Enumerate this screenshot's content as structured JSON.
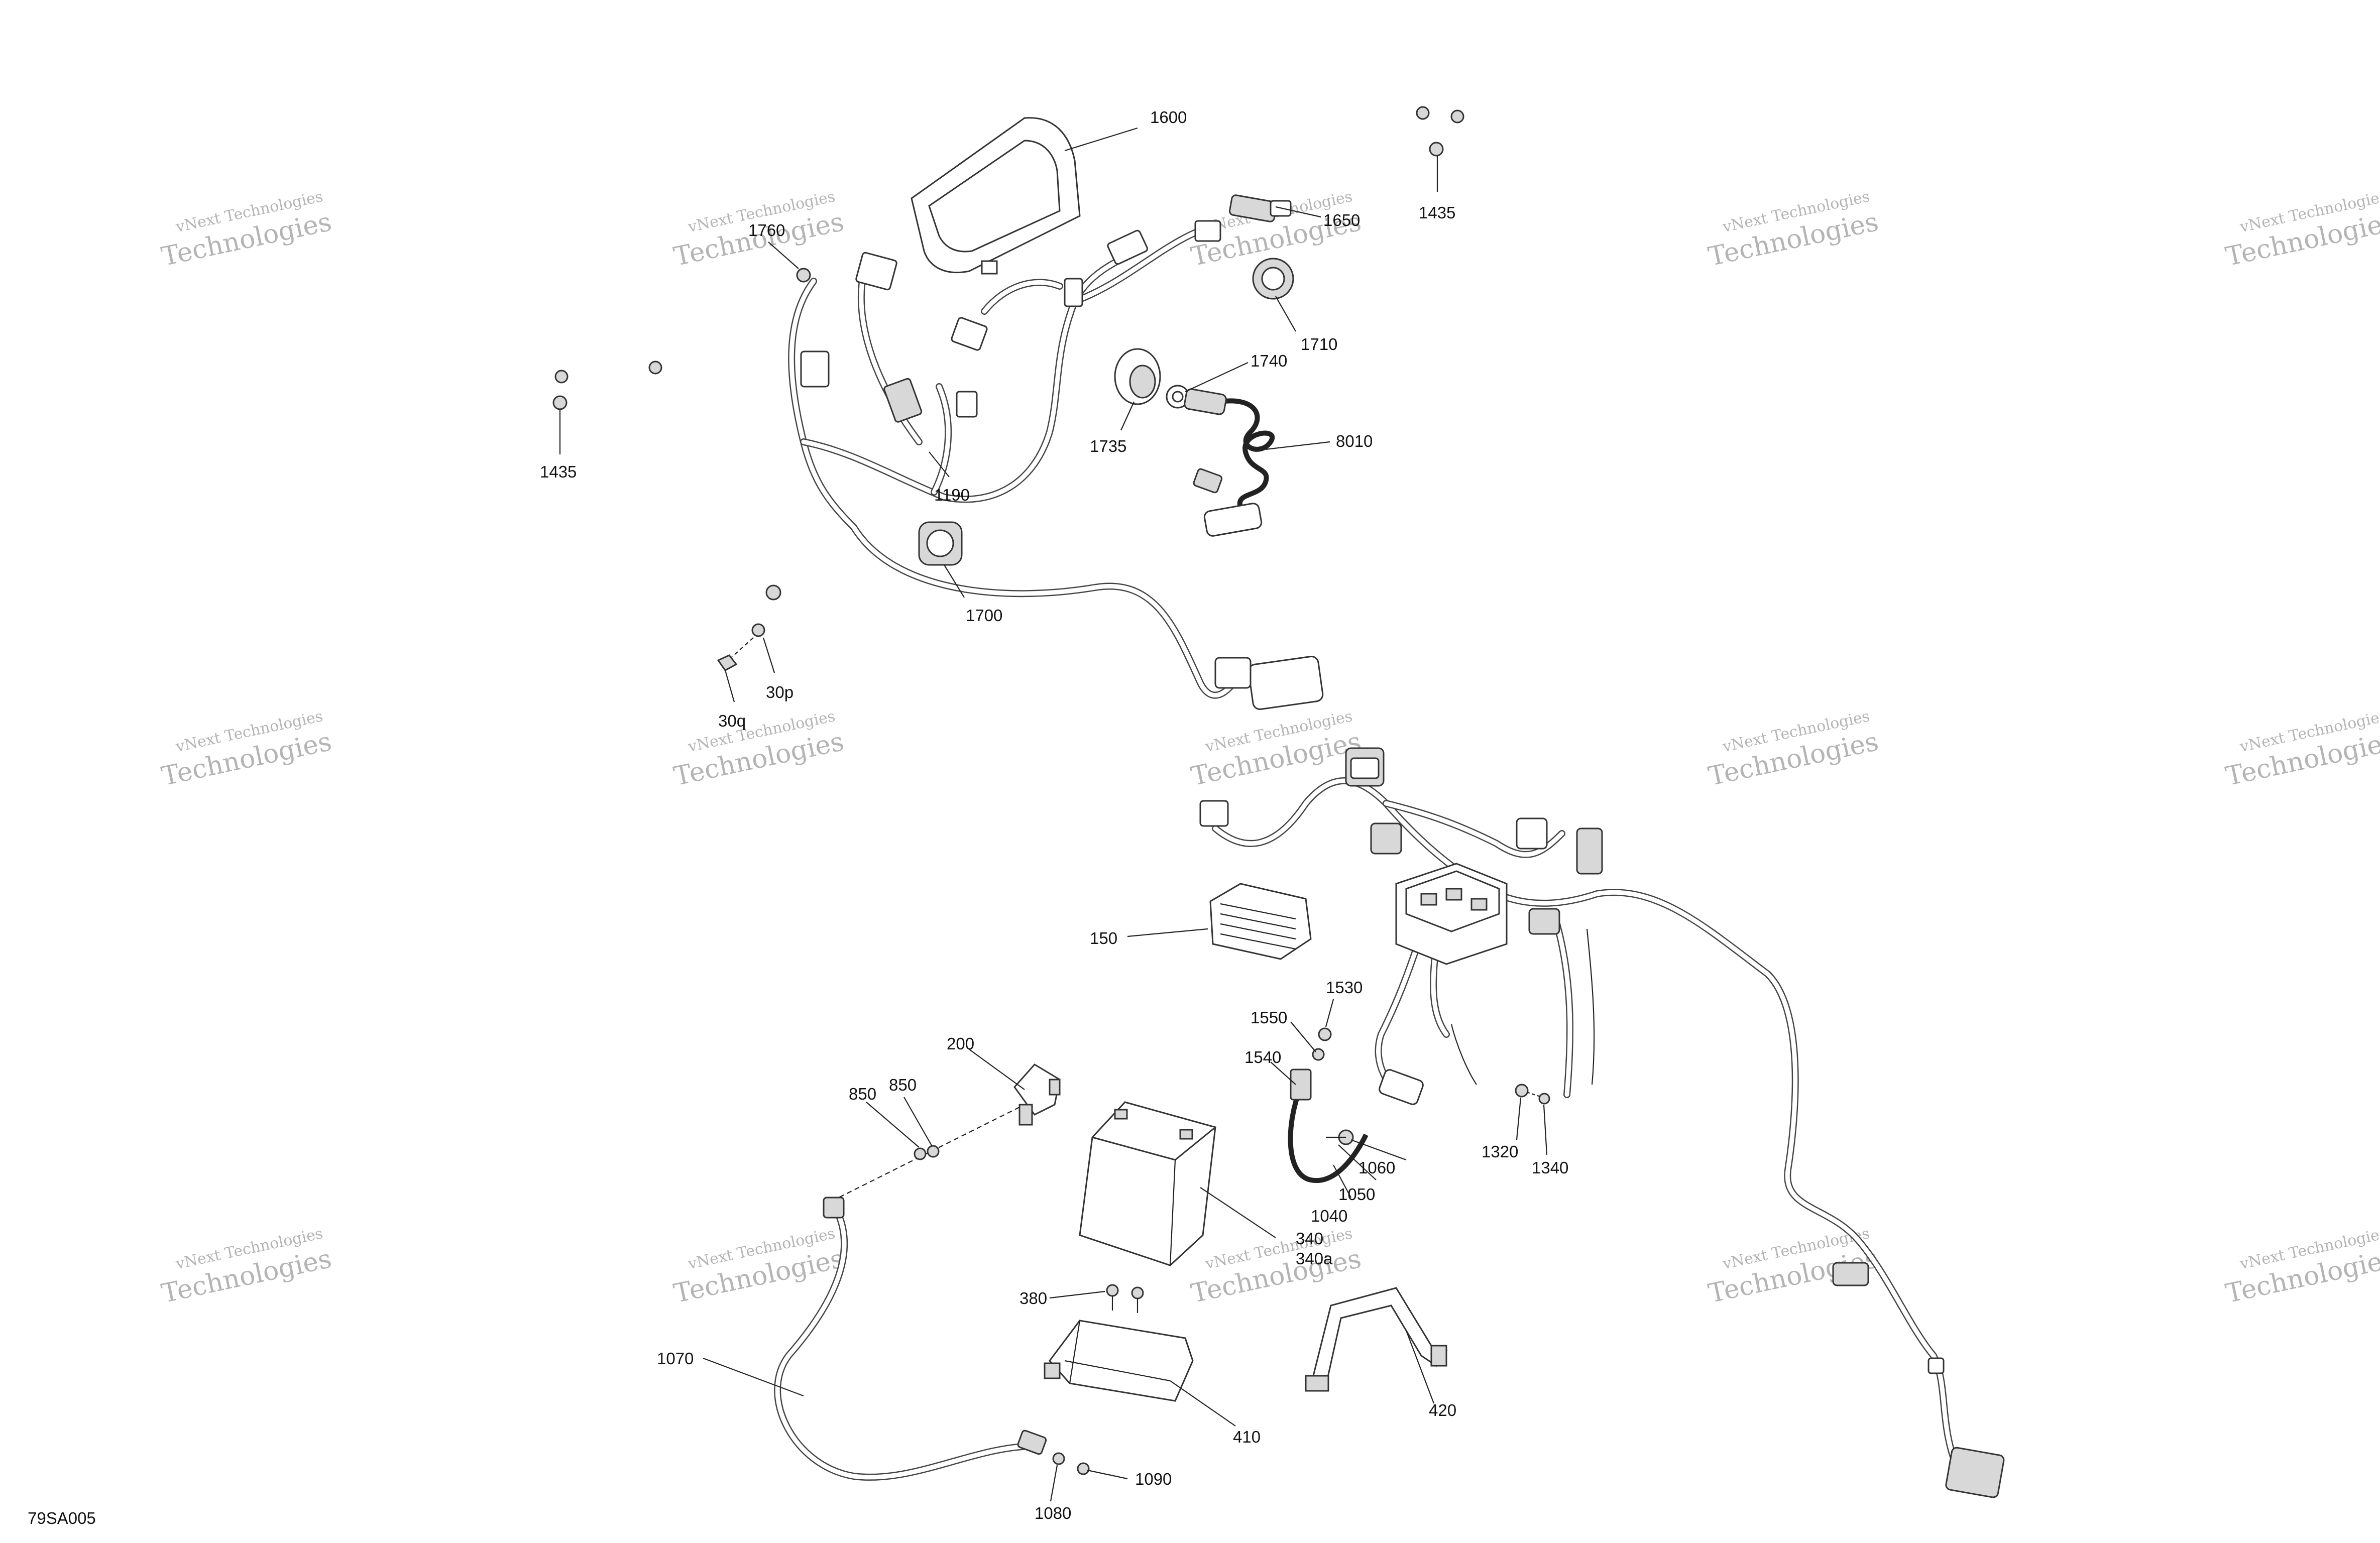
{
  "diagram_code": "79SA005",
  "watermark": {
    "text_small": "vNext Technologies",
    "text_large": "Technologies",
    "text_top": "vNext"
  },
  "callouts": {
    "c1600": "1600",
    "c1650": "1650",
    "c1435_top": "1435",
    "c1760": "1760",
    "c1710": "1710",
    "c1740": "1740",
    "c1735": "1735",
    "c8010": "8010",
    "c1435_left": "1435",
    "c1190": "1190",
    "c1700": "1700",
    "c30p": "30p",
    "c30q": "30q",
    "c150": "150",
    "c1530": "1530",
    "c1550": "1550",
    "c1540": "1540",
    "c1060": "1060",
    "c1050": "1050",
    "c1040": "1040",
    "c1320": "1320",
    "c1340": "1340",
    "c200": "200",
    "c850a": "850",
    "c850b": "850",
    "c340": "340",
    "c340a": "340a",
    "c380": "380",
    "c1070": "1070",
    "c410": "410",
    "c420": "420",
    "c1090": "1090",
    "c1080": "1080"
  }
}
